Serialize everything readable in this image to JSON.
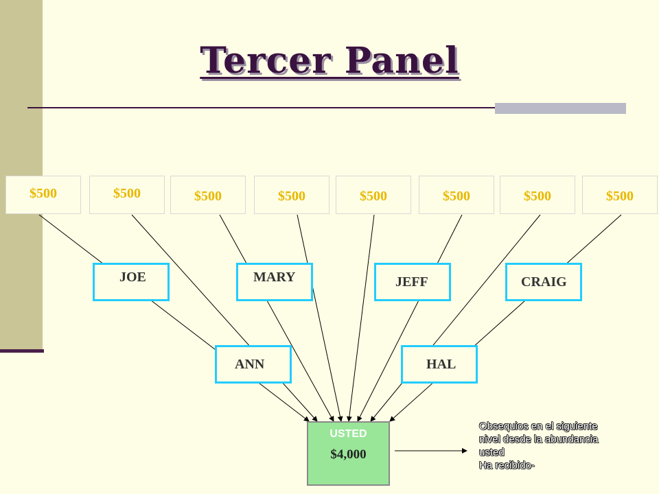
{
  "slide": {
    "title": "Tercer Panel",
    "colors": {
      "background": "#fefee6",
      "sidebar": "#c9c596",
      "title": "#3a1240",
      "amount_text": "#e8b800",
      "name_border": "#22ccff",
      "usted_fill": "#99e699"
    }
  },
  "top_level": {
    "boxes": [
      {
        "label": "$500"
      },
      {
        "label": "$500"
      },
      {
        "label": "$500"
      },
      {
        "label": "$500"
      },
      {
        "label": "$500"
      },
      {
        "label": "$500"
      },
      {
        "label": "$500"
      },
      {
        "label": "$500"
      }
    ]
  },
  "middle_level": {
    "names": [
      "JOE",
      "MARY",
      "JEFF",
      "CRAIG"
    ]
  },
  "lower_level": {
    "names": [
      "ANN",
      "HAL"
    ]
  },
  "target": {
    "label": "USTED",
    "amount": "$4,000"
  },
  "note": {
    "line1": "Obsequios en el siguiente",
    "line2": "nivel desde la abundancia",
    "line3": "usted",
    "line4": "Ha recibido-"
  }
}
